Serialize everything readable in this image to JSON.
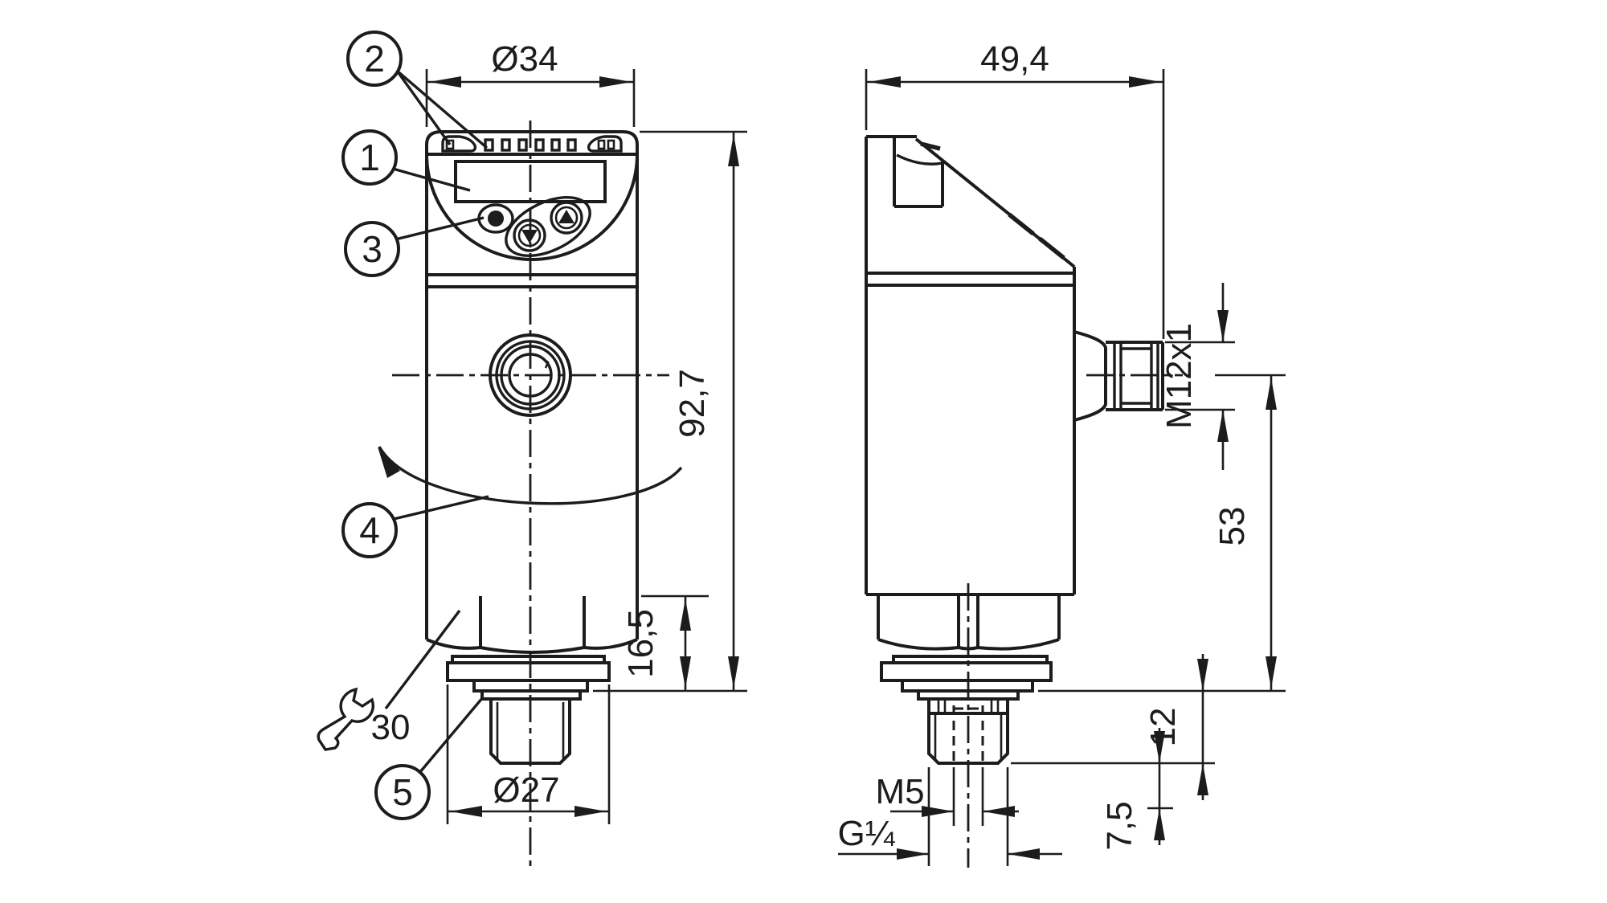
{
  "front_view": {
    "dim_head_diameter": "Ø34",
    "dim_total_height": "92,7",
    "dim_hex_section": "16,5",
    "dim_flange_diameter": "Ø27",
    "wrench_size": "30",
    "callouts": {
      "display": "1",
      "leds": "2",
      "buttons": "3",
      "rotation": "4",
      "process_connection": "5"
    }
  },
  "side_view": {
    "dim_depth": "49,4",
    "dim_connector_thread": "M12x1",
    "dim_center_to_face": "53",
    "dim_thread_length": "12",
    "dim_tip_length": "7,5",
    "dim_inner_thread": "M5",
    "dim_process_thread": "G¼"
  }
}
